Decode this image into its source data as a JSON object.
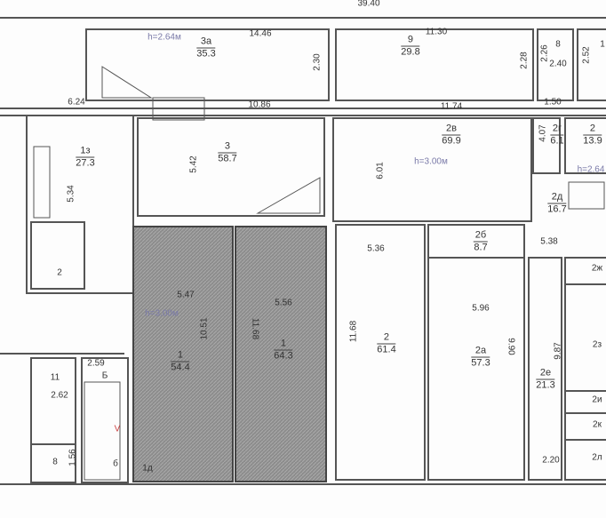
{
  "plan": {
    "total_width": "39.40",
    "rooms": [
      {
        "id": "3a",
        "area": "35.3"
      },
      {
        "id": "9",
        "area": "29.8"
      },
      {
        "id": "8",
        "area": ""
      },
      {
        "id": "1",
        "area": ""
      },
      {
        "id": "1з",
        "area": "27.3"
      },
      {
        "id": "3",
        "area": "58.7"
      },
      {
        "id": "2в",
        "area": "69.9"
      },
      {
        "id": "2г",
        "area": "6.1"
      },
      {
        "id": "2",
        "area": "13.9"
      },
      {
        "id": "2д",
        "area": "16.7"
      },
      {
        "id": "1",
        "area": "54.4"
      },
      {
        "id": "1",
        "area": "64.3"
      },
      {
        "id": "2",
        "area": "61.4"
      },
      {
        "id": "2б",
        "area": "8.7"
      },
      {
        "id": "2а",
        "area": "57.3"
      },
      {
        "id": "2е",
        "area": "21.3"
      }
    ],
    "small_rooms": [
      "2",
      "11",
      "8",
      "Б",
      "б",
      "1д",
      "2ж",
      "2з",
      "2и",
      "2к",
      "2л",
      "V"
    ],
    "heights": [
      "h=2.64м",
      "h=3.00м",
      "h=2.64",
      "h=3.00м"
    ],
    "dimensions": [
      "14.46",
      "2.30",
      "11.30",
      "2.28",
      "2.26",
      "2.40",
      "2.52",
      "6.24",
      "10.86",
      "11.74",
      "1.50",
      "4.07",
      "5.42",
      "6.01",
      "5.34",
      "5.47",
      "10.51",
      "11.68",
      "5.56",
      "5.36",
      "11.68",
      "5.38",
      "5.96",
      "9.90",
      "9.87",
      "2.20",
      "2.59",
      "2.62",
      "1.56"
    ],
    "colors": {
      "wall": "#555555",
      "shaded_room": "#8a8a8a",
      "height_text": "#7a7aa8"
    }
  }
}
